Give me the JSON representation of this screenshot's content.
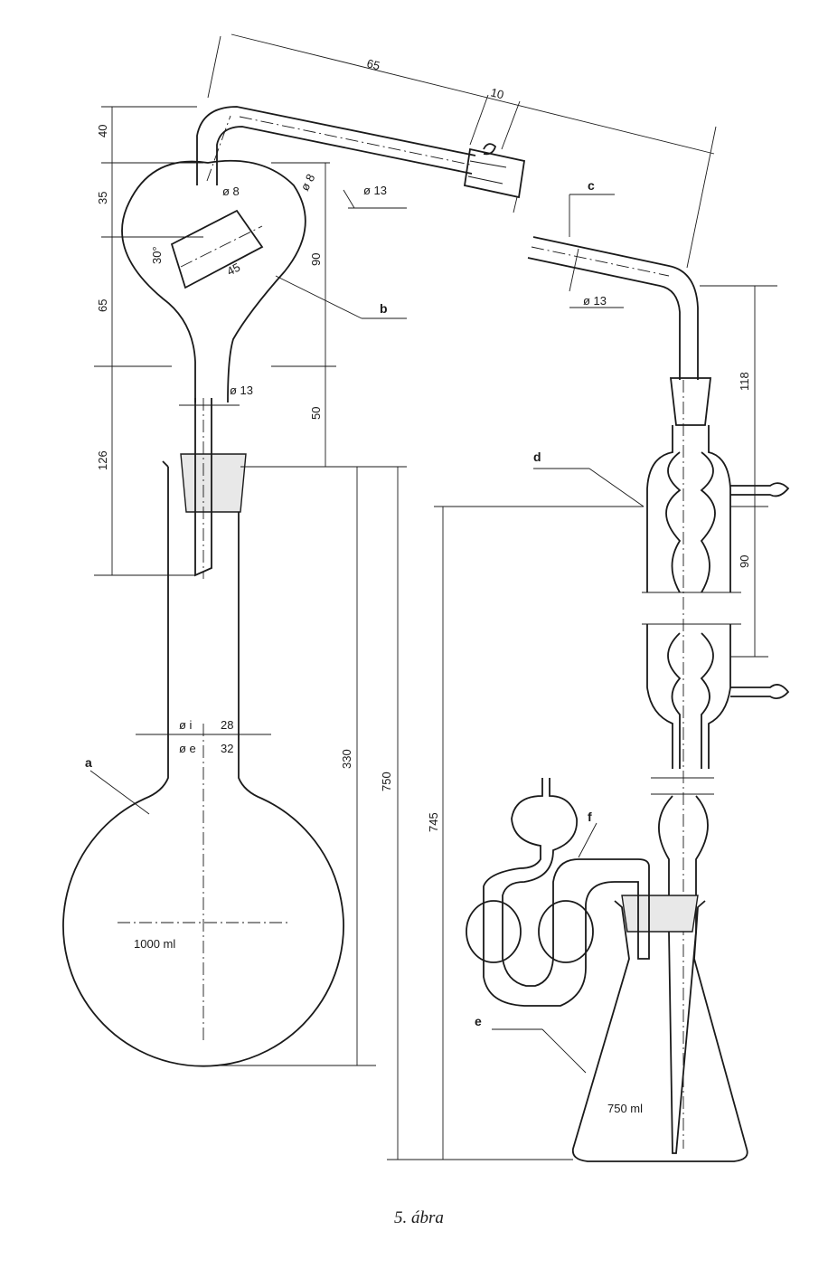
{
  "caption": "5. ábra",
  "labels": {
    "a": "a",
    "b": "b",
    "c": "c",
    "d": "d",
    "e": "e",
    "f": "f"
  },
  "volumes": {
    "flask_a": "1000 ml",
    "flask_e": "750 ml"
  },
  "dimensions": {
    "d65_top": "65",
    "d10": "10",
    "d40": "40",
    "d35": "35",
    "d65_left": "65",
    "d126": "126",
    "d90_bulb": "90",
    "d50": "50",
    "d330": "330",
    "d750": "750",
    "d745": "745",
    "d118": "118",
    "d90_right": "90",
    "d45": "45",
    "angle30": "30°",
    "dia8a": "ø 8",
    "dia8b": "ø 8",
    "dia13_neck": "ø 13",
    "dia13_tube": "ø 13",
    "dia13_c": "ø 13",
    "dia_i_label": "ø i",
    "dia_i_val": "28",
    "dia_e_label": "ø e",
    "dia_e_val": "32"
  }
}
